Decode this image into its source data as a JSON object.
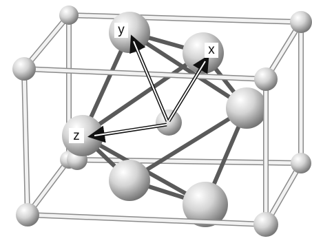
{
  "figure": {
    "colors": {
      "background": "#ffffff",
      "frame_rod": "#f2f2f2",
      "frame_outline": "#8a8a8a",
      "bond": "#5a5a5a",
      "atom_highlight": "#ffffff",
      "atom_shadow": "#6e6e6e",
      "arrow": "#ffffff",
      "arrow_outline": "#111111",
      "label_box": "#ffffff"
    },
    "axis_labels": {
      "x": "x",
      "y": "y",
      "z": "z"
    }
  }
}
